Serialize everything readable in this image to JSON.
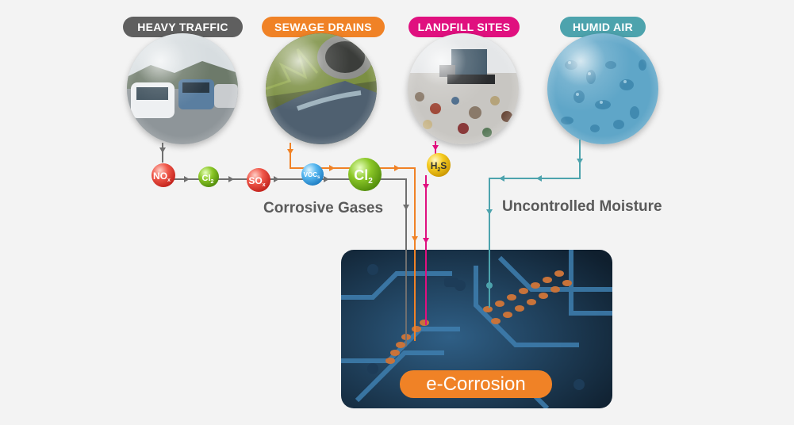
{
  "sources": [
    {
      "label": "HEAVY TRAFFIC",
      "color": "#5f5f5f",
      "icon": "traffic-photo"
    },
    {
      "label": "SEWAGE DRAINS",
      "color": "#f08226",
      "icon": "sewage-photo"
    },
    {
      "label": "LANDFILL SITES",
      "color": "#e0107f",
      "icon": "landfill-photo"
    },
    {
      "label": "HUMID AIR",
      "color": "#4da3ad",
      "icon": "humid-air-photo"
    }
  ],
  "gases": [
    {
      "formula": "NO",
      "sub": "x",
      "color": "#e03b3b"
    },
    {
      "formula": "Cl",
      "sub": "2",
      "color": "#7cb51f"
    },
    {
      "formula": "SO",
      "sub": "x",
      "color": "#e03b3b"
    },
    {
      "formula": "VOC",
      "sub": "s",
      "color": "#3fa4e8"
    },
    {
      "formula": "Cl",
      "sub": "2",
      "color": "#7cb51f"
    },
    {
      "formula": "H",
      "sub": "2",
      "tail": "S",
      "color": "#f4c20d"
    }
  ],
  "labels": {
    "corrosive_gases": "Corrosive Gases",
    "uncontrolled_moisture": "Uncontrolled Moisture",
    "e_corrosion": "e-Corrosion"
  }
}
